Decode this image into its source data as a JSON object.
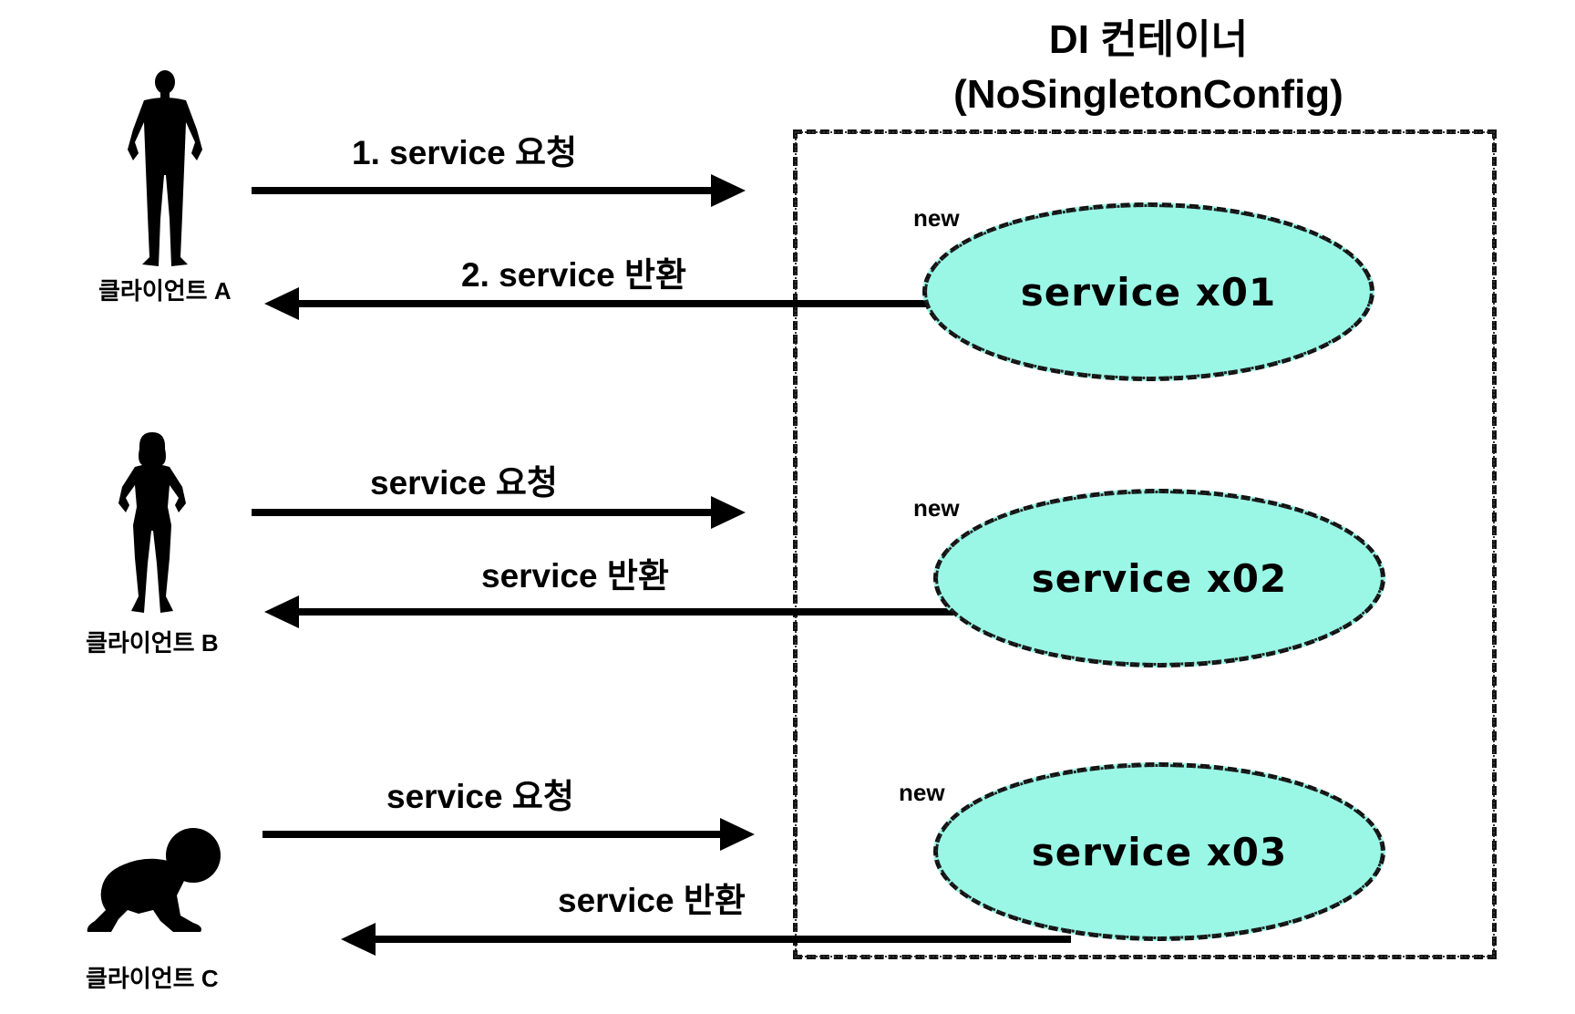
{
  "container": {
    "title_line1": "DI 컨테이너",
    "title_line2": "(NoSingletonConfig)"
  },
  "clients": [
    {
      "label": "클라이언트 A",
      "icon": "man-silhouette-icon"
    },
    {
      "label": "클라이언트 B",
      "icon": "woman-silhouette-icon"
    },
    {
      "label": "클라이언트 C",
      "icon": "baby-silhouette-icon"
    }
  ],
  "flows": [
    {
      "request": "1. service 요청",
      "response": "2. service 반환"
    },
    {
      "request": "service 요청",
      "response": "service 반환"
    },
    {
      "request": "service 요청",
      "response": "service 반환"
    }
  ],
  "instances": [
    {
      "label": "service x01",
      "tag": "new"
    },
    {
      "label": "service x02",
      "tag": "new"
    },
    {
      "label": "service x03",
      "tag": "new"
    }
  ],
  "colors": {
    "instance_fill": "#9af7e6",
    "stroke": "#111111"
  }
}
